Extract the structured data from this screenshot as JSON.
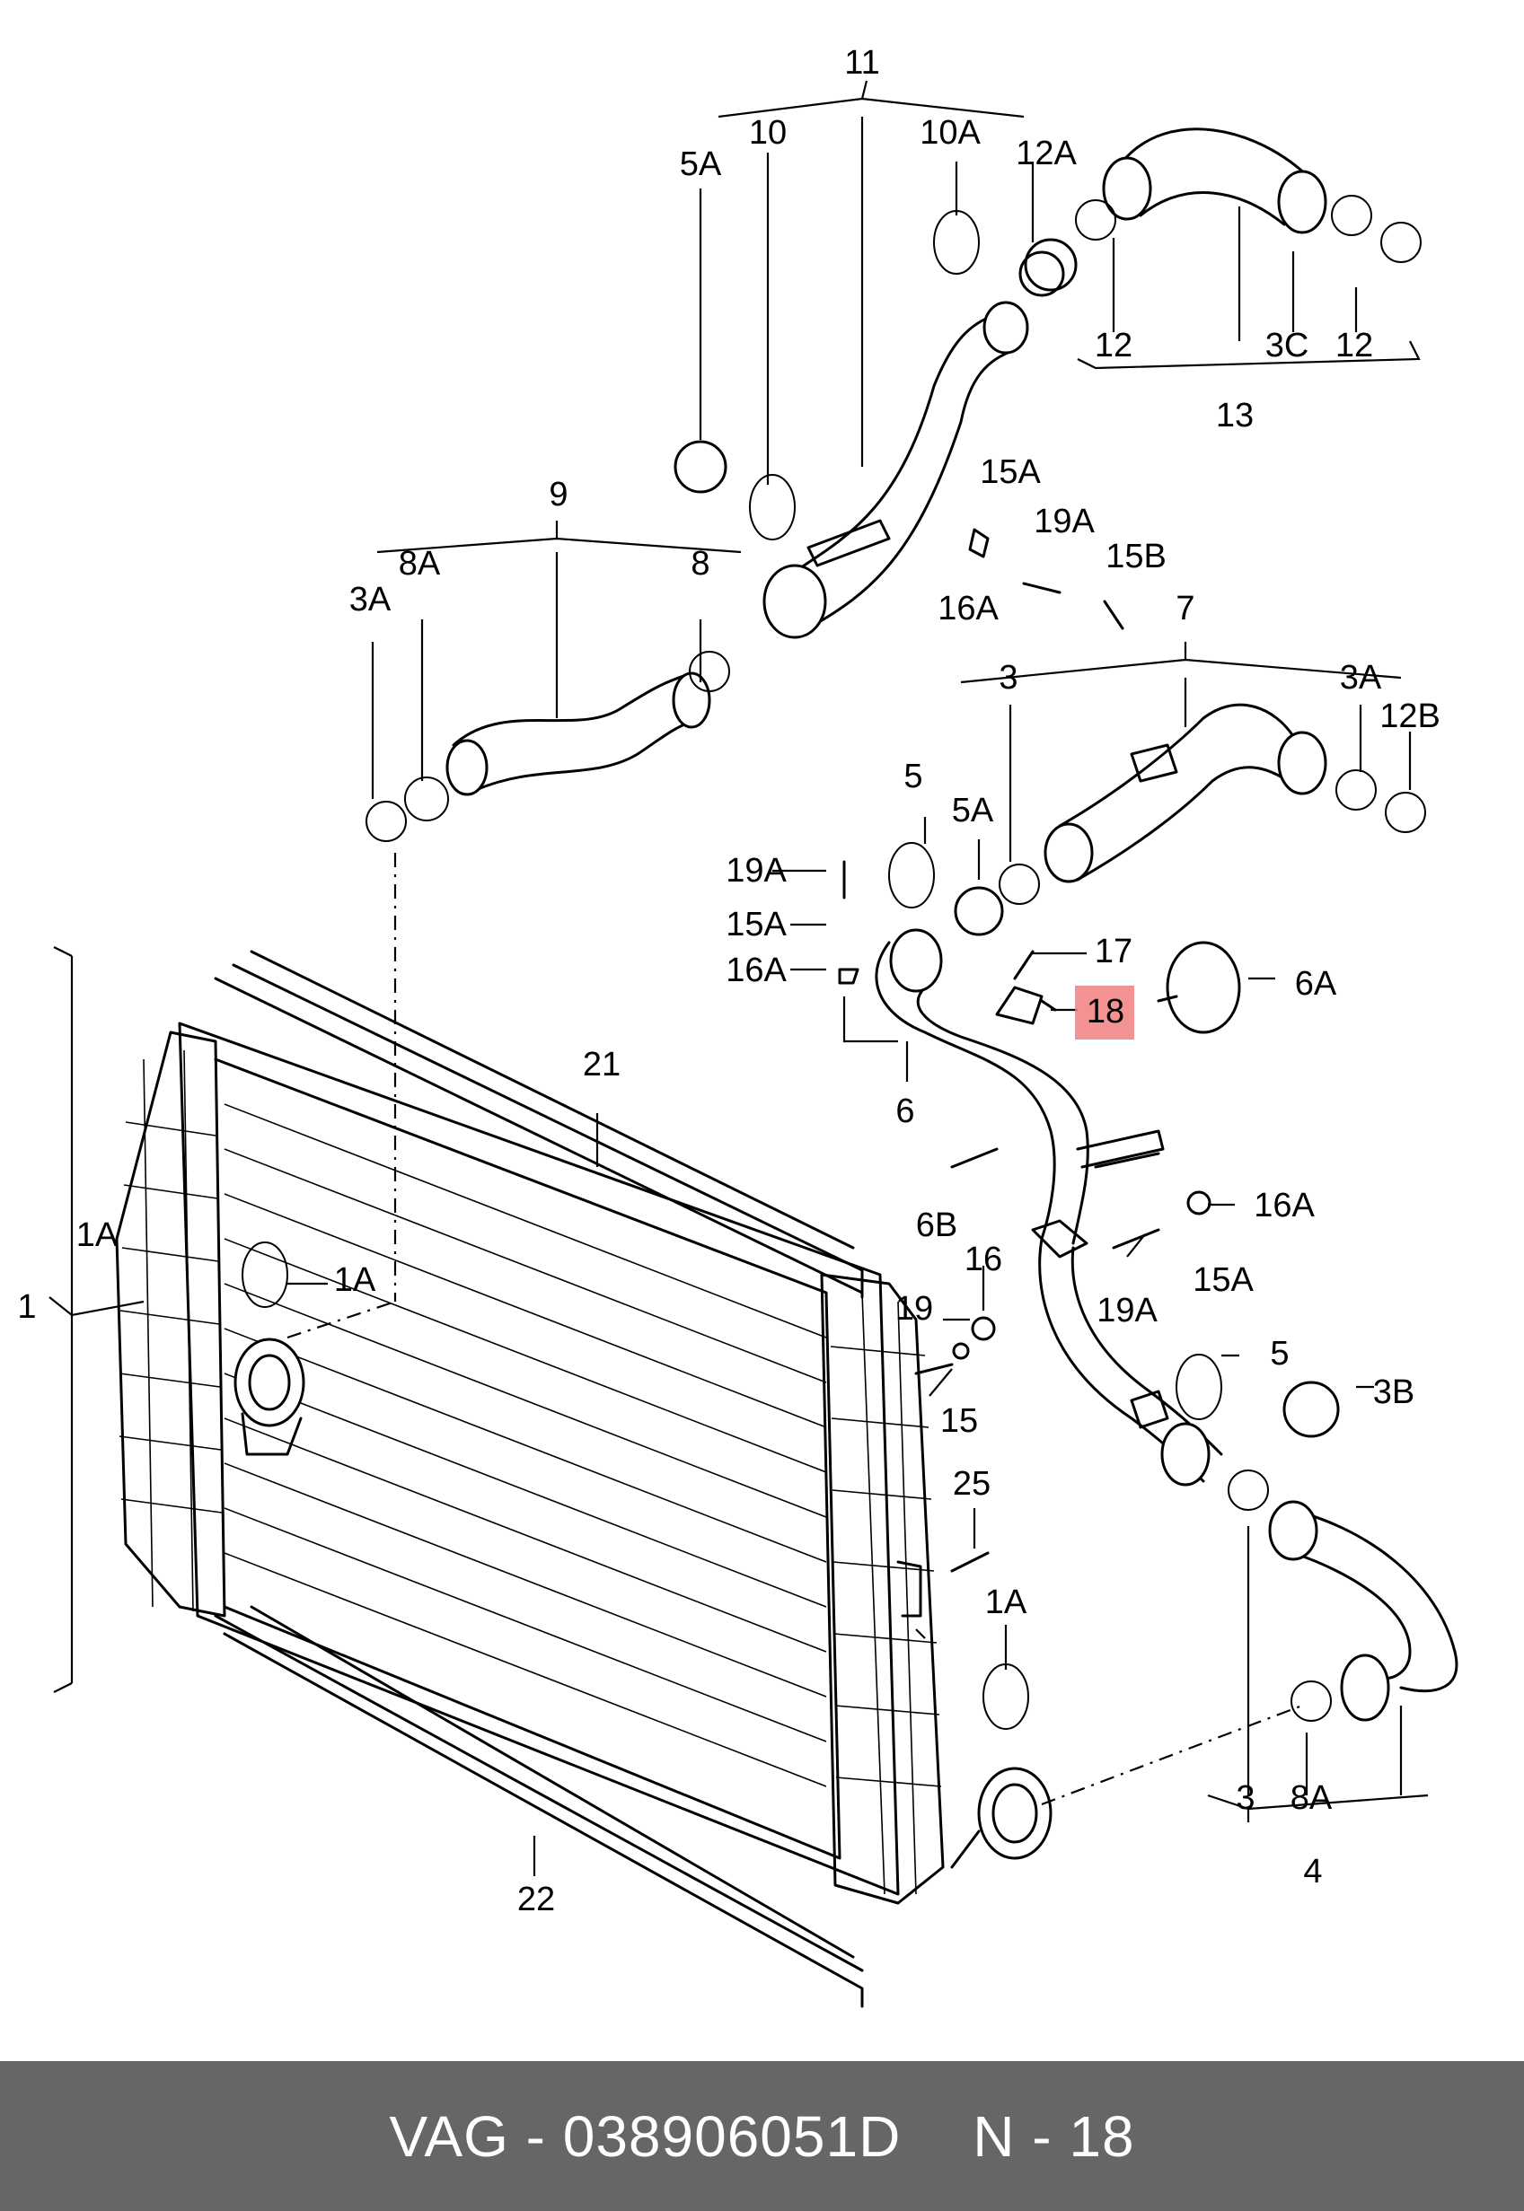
{
  "callouts": [
    {
      "id": "11",
      "label": "11"
    },
    {
      "id": "10",
      "label": "10"
    },
    {
      "id": "10A",
      "label": "10A"
    },
    {
      "id": "12A",
      "label": "12A"
    },
    {
      "id": "5A-top",
      "label": "5A"
    },
    {
      "id": "12-left",
      "label": "12"
    },
    {
      "id": "3C",
      "label": "3C"
    },
    {
      "id": "12-right",
      "label": "12"
    },
    {
      "id": "13",
      "label": "13"
    },
    {
      "id": "9",
      "label": "9"
    },
    {
      "id": "8A-top",
      "label": "8A"
    },
    {
      "id": "3A-left",
      "label": "3A"
    },
    {
      "id": "8",
      "label": "8"
    },
    {
      "id": "15A-top",
      "label": "15A"
    },
    {
      "id": "19A-top",
      "label": "19A"
    },
    {
      "id": "15B",
      "label": "15B"
    },
    {
      "id": "16A-top",
      "label": "16A"
    },
    {
      "id": "7",
      "label": "7"
    },
    {
      "id": "3-mid",
      "label": "3"
    },
    {
      "id": "3A-right",
      "label": "3A"
    },
    {
      "id": "12B",
      "label": "12B"
    },
    {
      "id": "5-mid",
      "label": "5"
    },
    {
      "id": "5A-mid",
      "label": "5A"
    },
    {
      "id": "19A-mid",
      "label": "19A"
    },
    {
      "id": "15A-mid",
      "label": "15A"
    },
    {
      "id": "16A-mid",
      "label": "16A"
    },
    {
      "id": "17",
      "label": "17"
    },
    {
      "id": "18",
      "label": "18",
      "highlighted": true
    },
    {
      "id": "6A",
      "label": "6A"
    },
    {
      "id": "21",
      "label": "21"
    },
    {
      "id": "6",
      "label": "6"
    },
    {
      "id": "1A-left",
      "label": "1A"
    },
    {
      "id": "1A-inner",
      "label": "1A"
    },
    {
      "id": "1",
      "label": "1"
    },
    {
      "id": "6B",
      "label": "6B"
    },
    {
      "id": "16A-right",
      "label": "16A"
    },
    {
      "id": "16",
      "label": "16"
    },
    {
      "id": "19A-right",
      "label": "19A"
    },
    {
      "id": "15A-right",
      "label": "15A"
    },
    {
      "id": "19",
      "label": "19"
    },
    {
      "id": "5-low",
      "label": "5"
    },
    {
      "id": "3B",
      "label": "3B"
    },
    {
      "id": "15",
      "label": "15"
    },
    {
      "id": "25",
      "label": "25"
    },
    {
      "id": "1A-bottom",
      "label": "1A"
    },
    {
      "id": "3-low",
      "label": "3"
    },
    {
      "id": "8A-low",
      "label": "8A"
    },
    {
      "id": "4",
      "label": "4"
    },
    {
      "id": "22",
      "label": "22"
    }
  ],
  "highlight_color": "#f07f7f",
  "footer": {
    "brand_part": "VAG - 038906051D",
    "position": "N - 18",
    "background": "#666666"
  }
}
